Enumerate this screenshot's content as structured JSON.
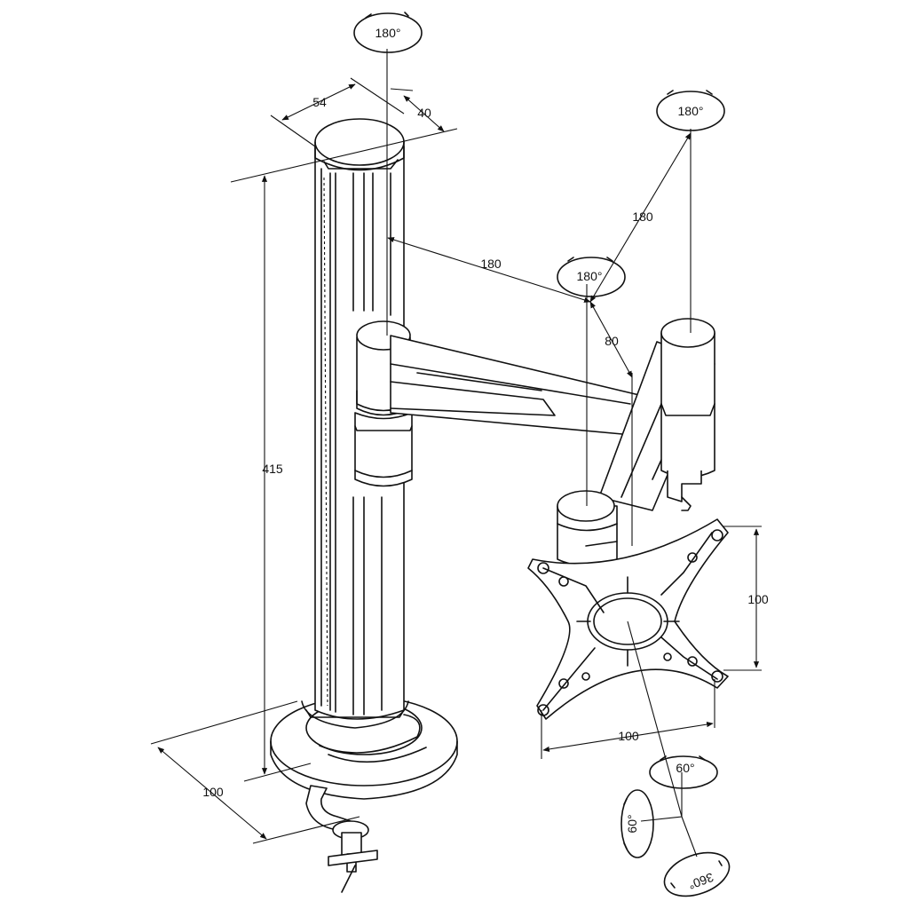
{
  "diagram": {
    "dimensions": {
      "pole_width": "54",
      "pole_depth": "40",
      "pole_height": "415",
      "base_diameter": "100",
      "arm1_length": "180",
      "arm2_length": "180",
      "offset": "80",
      "vesa_vertical": "100",
      "vesa_horizontal": "100"
    },
    "rotations": {
      "pole_top": "180°",
      "arm_end_top": "180°",
      "middle_joint": "180°",
      "tilt_up": "60°",
      "tilt_side": "60°",
      "rotate": "360°"
    }
  }
}
